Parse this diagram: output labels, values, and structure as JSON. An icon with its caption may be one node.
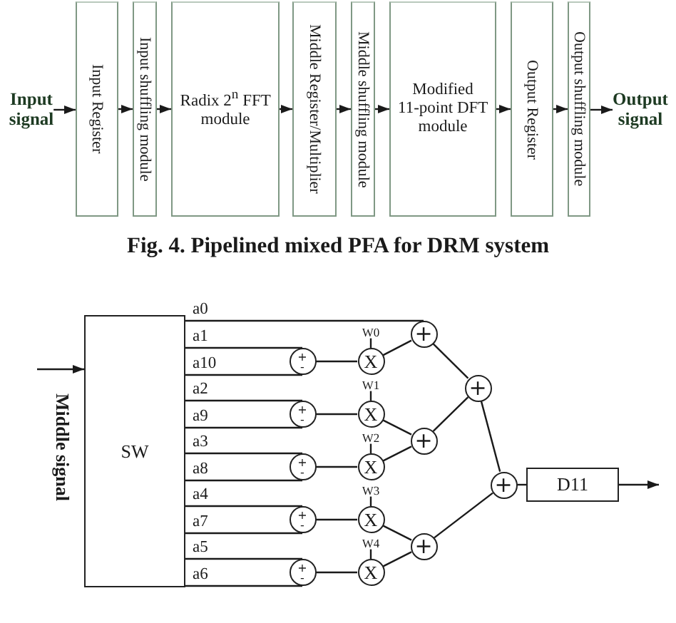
{
  "diagram": {
    "caption": "Fig. 4. Pipelined mixed PFA for DRM system",
    "nodes": [
      {
        "text": [
          "Input signal"
        ]
      },
      {
        "text": [
          "Input Register"
        ]
      },
      {
        "text": [
          "Input shuffling module"
        ]
      },
      {
        "text": [
          "Radix 2$^{n}$ FFT module"
        ]
      },
      {
        "text": [
          "Middle Register/Multiplier"
        ]
      },
      {
        "text": [
          "Middle shuffling module"
        ]
      },
      {
        "text": [
          "Modified 11-point DFT module"
        ]
      },
      {
        "text": [
          "Output Register"
        ]
      },
      {
        "text": [
          "Output shuffling module"
        ]
      },
      {
        "text": [
          "Output signal"
        ]
      },
      {
        "text": [
          "SW"
        ]
      },
      {
        "text": [
          "+",
          "-"
        ]
      },
      {
        "text": [
          "+",
          "-"
        ]
      },
      {
        "text": [
          "+",
          "-"
        ]
      },
      {
        "text": [
          "+",
          "-"
        ]
      },
      {
        "text": [
          "+",
          "-"
        ]
      },
      {
        "text": [
          "W0"
        ]
      },
      {
        "text": [
          "X"
        ]
      },
      {
        "text": [
          "W1"
        ]
      },
      {
        "text": [
          "X"
        ]
      },
      {
        "text": [
          "W2"
        ]
      },
      {
        "text": [
          "X"
        ]
      },
      {
        "text": [
          "W3"
        ]
      },
      {
        "text": [
          "X"
        ]
      },
      {
        "text": [
          "W4"
        ]
      },
      {
        "text": [
          "X"
        ]
      },
      {
        "text": [
          "+"
        ]
      },
      {
        "text": [
          "+"
        ]
      },
      {
        "text": [
          "+"
        ]
      },
      {
        "text": [
          "+"
        ]
      },
      {
        "text": [
          "+"
        ]
      },
      {
        "text": [
          "D11"
        ]
      }
    ],
    "edges": [
      {
        "from": 0,
        "to": 1,
        "arrow": "to"
      },
      {
        "from": 1,
        "to": 2,
        "arrow": "to"
      },
      {
        "from": 2,
        "to": 3,
        "arrow": "to"
      },
      {
        "from": 3,
        "to": 4,
        "arrow": "to"
      },
      {
        "from": 4,
        "to": 5,
        "arrow": "to"
      },
      {
        "from": 5,
        "to": 6,
        "arrow": "to"
      },
      {
        "from": 6,
        "to": 7,
        "arrow": "to"
      },
      {
        "from": 7,
        "to": 8,
        "arrow": "to"
      },
      {
        "from": 8,
        "to": 9,
        "arrow": "to"
      },
      {
        "from": null,
        "to": 10,
        "arrow": "to"
      },
      {
        "from": 10,
        "to": 26,
        "arrow": "none",
        "label": "a0"
      },
      {
        "from": 10,
        "to": 11,
        "arrow": "none",
        "label": "a1"
      },
      {
        "from": 10,
        "to": 11,
        "arrow": "none",
        "label": "a10"
      },
      {
        "from": 10,
        "to": 12,
        "arrow": "none",
        "label": "a2"
      },
      {
        "from": 10,
        "to": 12,
        "arrow": "none",
        "label": "a9"
      },
      {
        "from": 10,
        "to": 13,
        "arrow": "none",
        "label": "a3"
      },
      {
        "from": 10,
        "to": 13,
        "arrow": "none",
        "label": "a8"
      },
      {
        "from": 10,
        "to": 14,
        "arrow": "none",
        "label": "a4"
      },
      {
        "from": 10,
        "to": 14,
        "arrow": "none",
        "label": "a7"
      },
      {
        "from": 10,
        "to": 15,
        "arrow": "none",
        "label": "a5"
      },
      {
        "from": 10,
        "to": 15,
        "arrow": "none",
        "label": "a6"
      },
      {
        "from": 11,
        "to": 17,
        "arrow": "none"
      },
      {
        "from": 12,
        "to": 19,
        "arrow": "none"
      },
      {
        "from": 13,
        "to": 21,
        "arrow": "none"
      },
      {
        "from": 14,
        "to": 23,
        "arrow": "none"
      },
      {
        "from": 15,
        "to": 25,
        "arrow": "none"
      },
      {
        "from": 16,
        "to": 17,
        "arrow": "none"
      },
      {
        "from": 18,
        "to": 19,
        "arrow": "none"
      },
      {
        "from": 20,
        "to": 21,
        "arrow": "none"
      },
      {
        "from": 22,
        "to": 23,
        "arrow": "none"
      },
      {
        "from": 24,
        "to": 25,
        "arrow": "none"
      },
      {
        "from": 17,
        "to": 26,
        "arrow": "none"
      },
      {
        "from": 19,
        "to": 27,
        "arrow": "none"
      },
      {
        "from": 21,
        "to": 27,
        "arrow": "none"
      },
      {
        "from": 23,
        "to": 28,
        "arrow": "none"
      },
      {
        "from": 25,
        "to": 28,
        "arrow": "none"
      },
      {
        "from": 26,
        "to": 29,
        "arrow": "none"
      },
      {
        "from": 27,
        "to": 29,
        "arrow": "none"
      },
      {
        "from": 29,
        "to": 30,
        "arrow": "none"
      },
      {
        "from": 28,
        "to": 30,
        "arrow": "none"
      },
      {
        "from": 30,
        "to": 31,
        "arrow": "none"
      },
      {
        "from": 31,
        "to": null,
        "arrow": "to"
      }
    ],
    "labels": [
      "Middle signal"
    ]
  }
}
